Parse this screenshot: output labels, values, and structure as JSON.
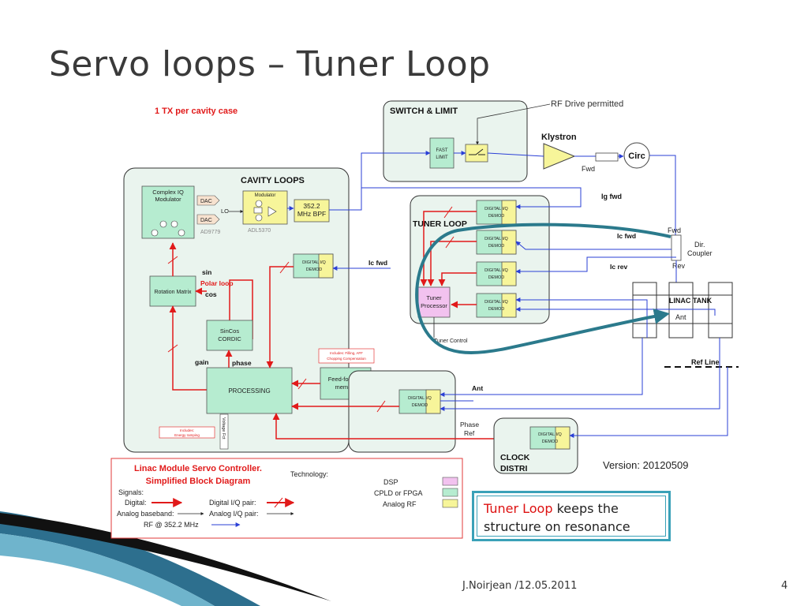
{
  "slide": {
    "title": "Servo loops – Tuner Loop",
    "footer_author": "J.Noirjean /12.05.2011",
    "page_number": "4"
  },
  "diagram": {
    "case_note": "1 TX per cavity case",
    "switch_limit": {
      "title": "SWITCH & LIMIT",
      "fast_limit_1": "FAST",
      "fast_limit_2": "LIMIT"
    },
    "rf_drive_permitted": "RF Drive permitted",
    "klystron": "Klystron",
    "circ": "Circ",
    "fwd_top": "Fwd",
    "ig_fwd": "Ig fwd",
    "fwd_coupler": "Fwd",
    "dir_coupler_1": "Dir.",
    "dir_coupler_2": "Coupler",
    "rev": "Rev",
    "ic_fwd_right": "Ic fwd",
    "ic_rev": "Ic rev",
    "linac_tank": "LINAC TANK",
    "ant_tank": "Ant",
    "ref_line": "Ref Line",
    "cavity_loops": {
      "title": "CAVITY LOOPS",
      "complex_iq_1": "Complex IQ",
      "complex_iq_2": "Modulator",
      "dac": "DAC",
      "lo": "LO",
      "ad9779": "AD9779",
      "modulator": "Modulator",
      "adl5370": "ADL5370",
      "bpf_1": "352.2",
      "bpf_2": "MHz BPF",
      "sin": "sin",
      "cos": "cos",
      "polar_loop": "Polar loop",
      "rotation_matrix": "Rotation Matrix",
      "sincos_1": "SinCos",
      "sincos_2": "CORDIC",
      "gain": "gain",
      "phase": "phase",
      "processing": "PROCESSING",
      "ic_fwd": "Ic fwd",
      "feedforward_1": "Feed-forward",
      "feedforward_2": "memory",
      "includes_filling_1": "Includes: Filling, AFF",
      "includes_filling_2": "Chopping Compensation",
      "includes_energy_1": "Includes:",
      "includes_energy_2": "Energy ramping",
      "voltage_fct": "Voltage Fct"
    },
    "demod_1": "DIGITAL  I/Q",
    "demod_2": "DEMOD",
    "tuner_loop": {
      "title": "TUNER LOOP",
      "proc_1": "Tuner",
      "proc_2": "Processor",
      "control": "Tuner Control"
    },
    "ant": "Ant",
    "phase_ref_1": "Phase",
    "phase_ref_2": "Ref",
    "clock_1": "CLOCK",
    "clock_2": "DISTRI",
    "version": "Version: 20120509",
    "legend": {
      "title_1": "Linac Module Servo Controller.",
      "title_2": "Simplified Block Diagram",
      "technology": "Technology:",
      "signals": "Signals:",
      "digital": "Digital:",
      "digital_iq": "Digital I/Q pair:",
      "analog_baseband": "Analog baseband:",
      "analog_iq": "Analog I/Q pair:",
      "rf": "RF @ 352.2 MHz",
      "dsp": "DSP",
      "cpld": "CPLD or FPGA",
      "analog_rf": "Analog RF"
    }
  },
  "callout": {
    "highlight": "Tuner Loop",
    "rest": " keeps the structure on resonance"
  },
  "colors": {
    "dsp": "#f2c2ef",
    "cpld": "#b6ecd0",
    "analog_rf": "#f7f59a",
    "cavity_bg": "#eaf4ee",
    "digital": "#e11a1a",
    "rf": "#2a3fd6",
    "tuner_arrow": "#2b7a8c"
  }
}
